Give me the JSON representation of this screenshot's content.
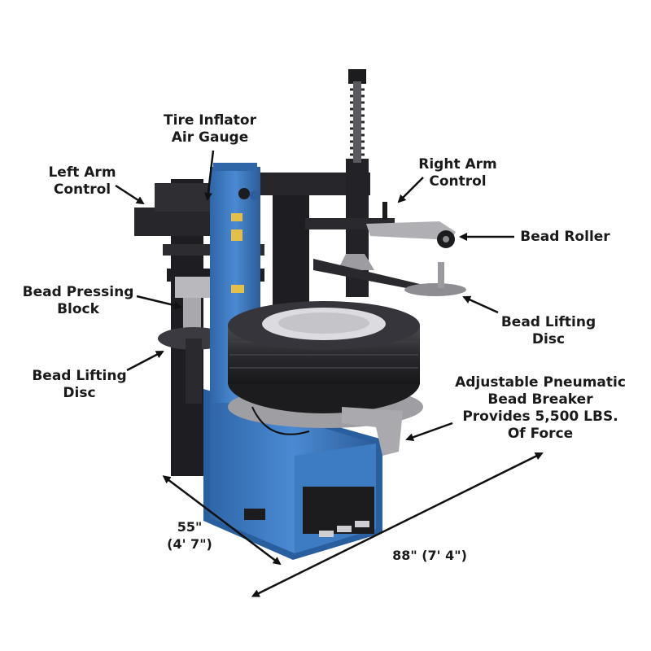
{
  "callouts": {
    "tire_inflator": [
      "Tire Inflator",
      "Air Gauge"
    ],
    "left_arm": [
      "Left Arm",
      "Control"
    ],
    "right_arm": [
      "Right Arm",
      "Control"
    ],
    "bead_roller": [
      "Bead Roller"
    ],
    "bead_pressing": [
      "Bead Pressing",
      "Block"
    ],
    "bead_lifting_right": [
      "Bead Lifting",
      "Disc"
    ],
    "bead_lifting_left": [
      "Bead Lifting",
      "Disc"
    ],
    "bead_breaker": [
      "Adjustable Pneumatic",
      "Bead Breaker",
      "Provides 5,500 LBS.",
      "Of Force"
    ]
  },
  "dimensions": {
    "depth": [
      "55\"",
      "(4' 7\")"
    ],
    "width": "88\" (7' 4\")"
  },
  "colors": {
    "machine_blue": "#3f7fc6",
    "machine_blue_dark": "#2d5f9e",
    "frame_black": "#1e1e22",
    "tire": "#2a2a2e",
    "rim": "#d9d9dc",
    "steel": "#b8b8bc",
    "arrow": "#111111"
  }
}
